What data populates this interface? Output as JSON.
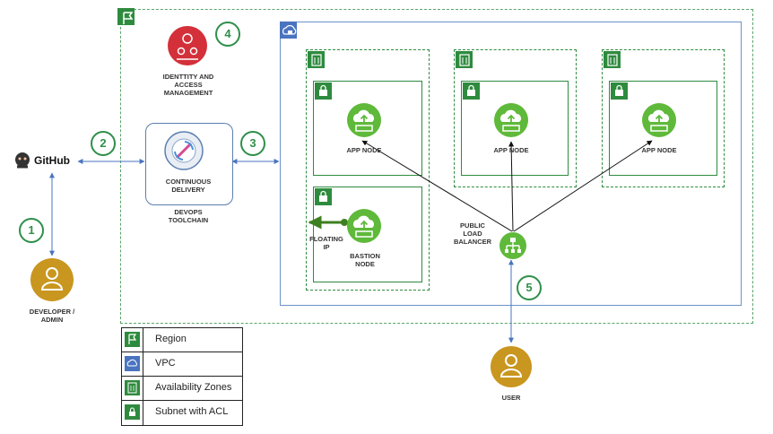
{
  "labels": {
    "github": "GitHub",
    "developer": "DEVELOPER /\nADMIN",
    "iam": "IDENTTITY AND\nACCESS\nMANAGEMENT",
    "cd": "CONTINUOUS\nDELIVERY",
    "toolchain": "DEVOPS\nTOOLCHAIN",
    "app_node_1": "APP  NODE",
    "app_node_2": "APP  NODE",
    "app_node_3": "APP  NODE",
    "bastion": "BASTION\nNODE",
    "floating_ip": "FLOATING\nIP",
    "load_balancer": "PUBLIC\nLOAD\nBALANCER",
    "user": "USER"
  },
  "badges": {
    "b1": "1",
    "b2": "2",
    "b3": "3",
    "b4": "4",
    "b5": "5"
  },
  "legend": [
    {
      "label": "Region",
      "icon": "flag-icon"
    },
    {
      "label": "VPC",
      "icon": "cloud-lock-icon"
    },
    {
      "label": "Availability Zones",
      "icon": "building-icon"
    },
    {
      "label": "Subnet with ACL",
      "icon": "lock-icon"
    }
  ],
  "colors": {
    "green_dark": "#2e8b3e",
    "green_node": "#5fb93a",
    "gold": "#c9961f",
    "iam_red": "#d3303a",
    "vpc_blue": "#4a74c0",
    "arrow_blue": "#4a74c0"
  }
}
